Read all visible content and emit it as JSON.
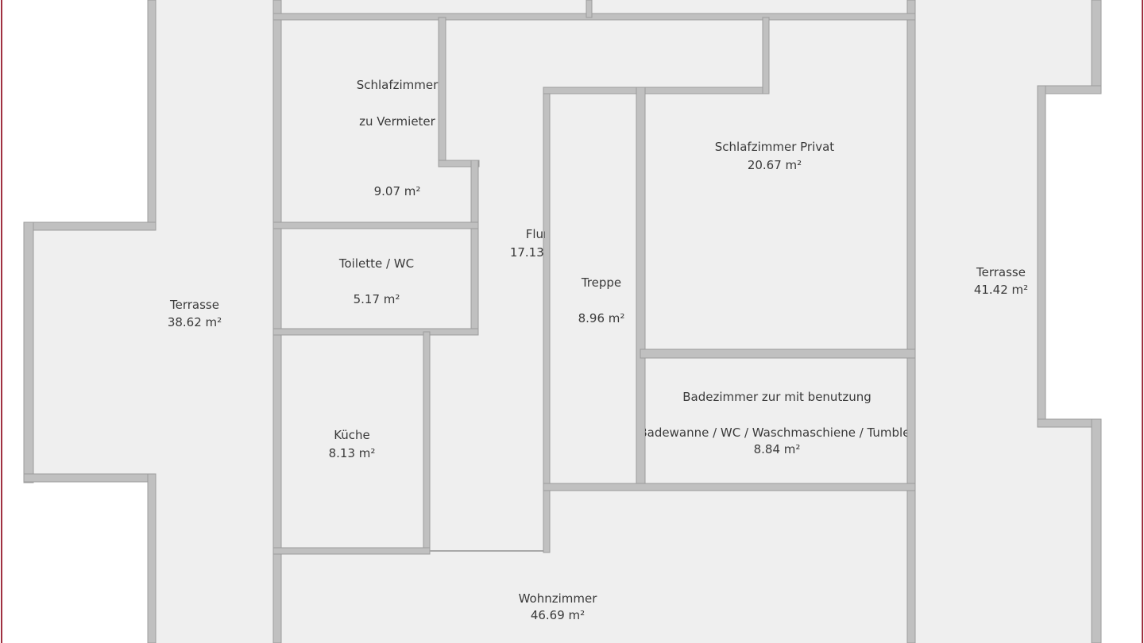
{
  "plan": {
    "frame_color": "#a03040",
    "floor_color": "#efefef",
    "wall_color": "#c0c0c0",
    "rooms": [
      {
        "id": "terrasse-left",
        "name": "Terrasse",
        "area": "38.62 m²"
      },
      {
        "id": "schlafzimmer-vermieter",
        "name": "Schlafzimmer",
        "name2": "zu Vermieter",
        "area": "9.07 m²"
      },
      {
        "id": "toilette",
        "name": "Toilette / WC",
        "area": "5.17 m²"
      },
      {
        "id": "kueche",
        "name": "Küche",
        "area": "8.13 m²"
      },
      {
        "id": "flur",
        "name": "Flur",
        "area": "17.13 m²"
      },
      {
        "id": "treppe",
        "name": "Treppe",
        "area": "8.96 m²"
      },
      {
        "id": "schlafzimmer-privat",
        "name": "Schlafzimmer Privat",
        "area": "20.67 m²"
      },
      {
        "id": "badezimmer",
        "name": "Badezimmer zur mit benutzung",
        "name2": "Badewanne / WC / Waschmaschiene / Tumbler",
        "area": "8.84 m²"
      },
      {
        "id": "wohnzimmer",
        "name": "Wohnzimmer",
        "area": "46.69 m²"
      },
      {
        "id": "terrasse-right",
        "name": "Terrasse",
        "area": "41.42 m²"
      }
    ]
  }
}
